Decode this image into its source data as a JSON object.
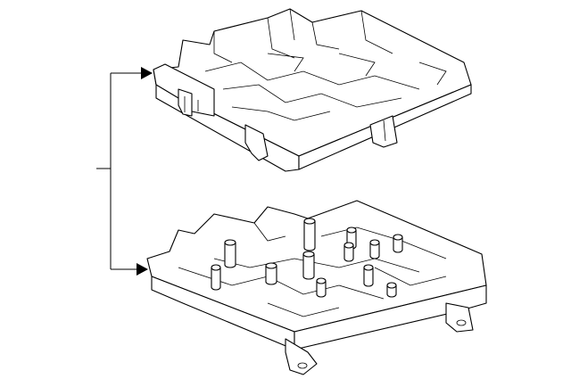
{
  "diagram": {
    "type": "exploded-parts-diagram",
    "parts": [
      {
        "name": "upper-cover",
        "icon": "fuse-box-cover"
      },
      {
        "name": "lower-tray",
        "icon": "fuse-box-tray"
      }
    ],
    "callout": {
      "style": "bracket-leader-with-arrows",
      "color": "#000000"
    },
    "line_color": "#000000",
    "background": "#ffffff"
  }
}
